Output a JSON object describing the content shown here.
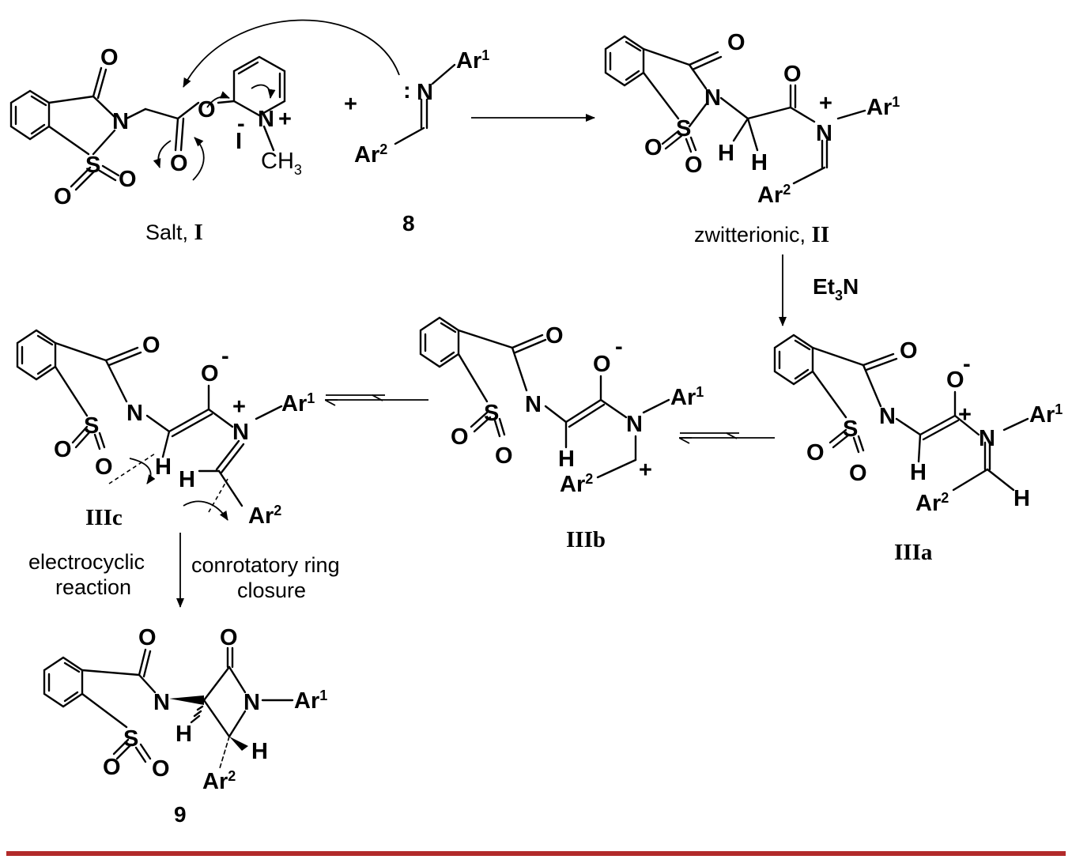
{
  "atoms": {
    "O": "O",
    "N": "N",
    "S": "S",
    "H": "H",
    "I": "I",
    "minus": "-",
    "plus": "+",
    "lone_pair": ":",
    "ch3_base": "CH",
    "ch3_sub": "3",
    "ar": "Ar",
    "sup1": "1",
    "sup2": "2"
  },
  "reagent": {
    "base": "Et",
    "sub": "3",
    "tail": "N"
  },
  "labels": {
    "salt_prefix": "Salt, ",
    "salt_roman": "I",
    "imine_number": "8",
    "zwitterion_prefix": "zwitterionic, ",
    "zwitterion_roman": "II",
    "intermediate_a": "IIIa",
    "intermediate_b": "IIIb",
    "intermediate_c": "IIIc",
    "product_number": "9",
    "step_left_1": "electrocyclic",
    "step_left_2": "reaction",
    "step_right_1": "conrotatory ring",
    "step_right_2": "closure"
  },
  "colors": {
    "footer_rule": "#b22a2a"
  }
}
